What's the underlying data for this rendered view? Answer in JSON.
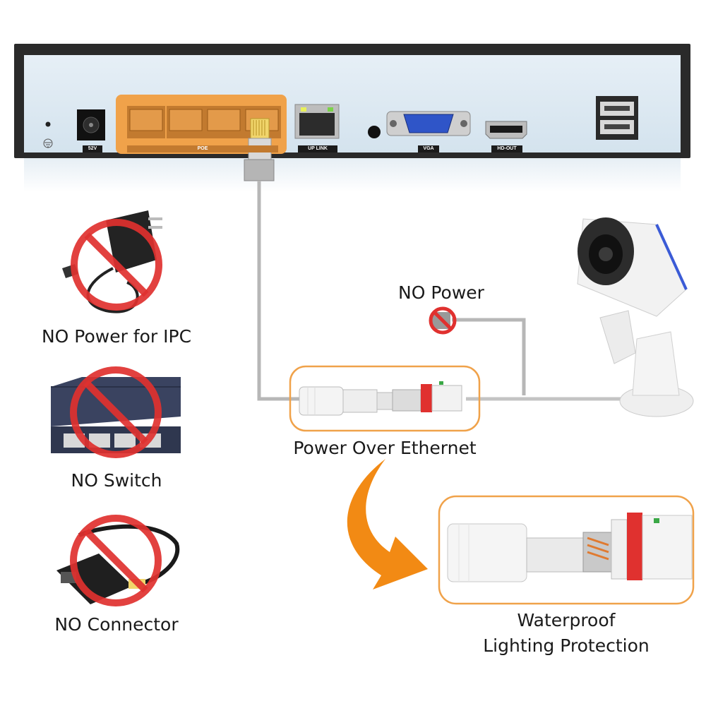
{
  "nvr": {
    "ports": {
      "power": "52V",
      "poe": "POE",
      "uplink": "UP LINK",
      "vga": "VGA",
      "hdmi": "HD-OUT"
    }
  },
  "prohibited_items": [
    {
      "label": "NO Power for IPC",
      "icon": "power-adapter-icon"
    },
    {
      "label": "NO Switch",
      "icon": "network-switch-icon"
    },
    {
      "label": "NO Connector",
      "icon": "poe-injector-icon"
    }
  ],
  "no_power_label": "NO Power",
  "poe_label": "Power Over Ethernet",
  "waterproof_label_line1": "Waterproof",
  "waterproof_label_line2": "Lighting Protection",
  "colors": {
    "prohibit_red": "#e0312f",
    "highlight_orange": "#f0a24a",
    "arrow_orange": "#f28a14",
    "nvr_panel": "#dde9f2",
    "nvr_frame": "#2a2a2a"
  }
}
